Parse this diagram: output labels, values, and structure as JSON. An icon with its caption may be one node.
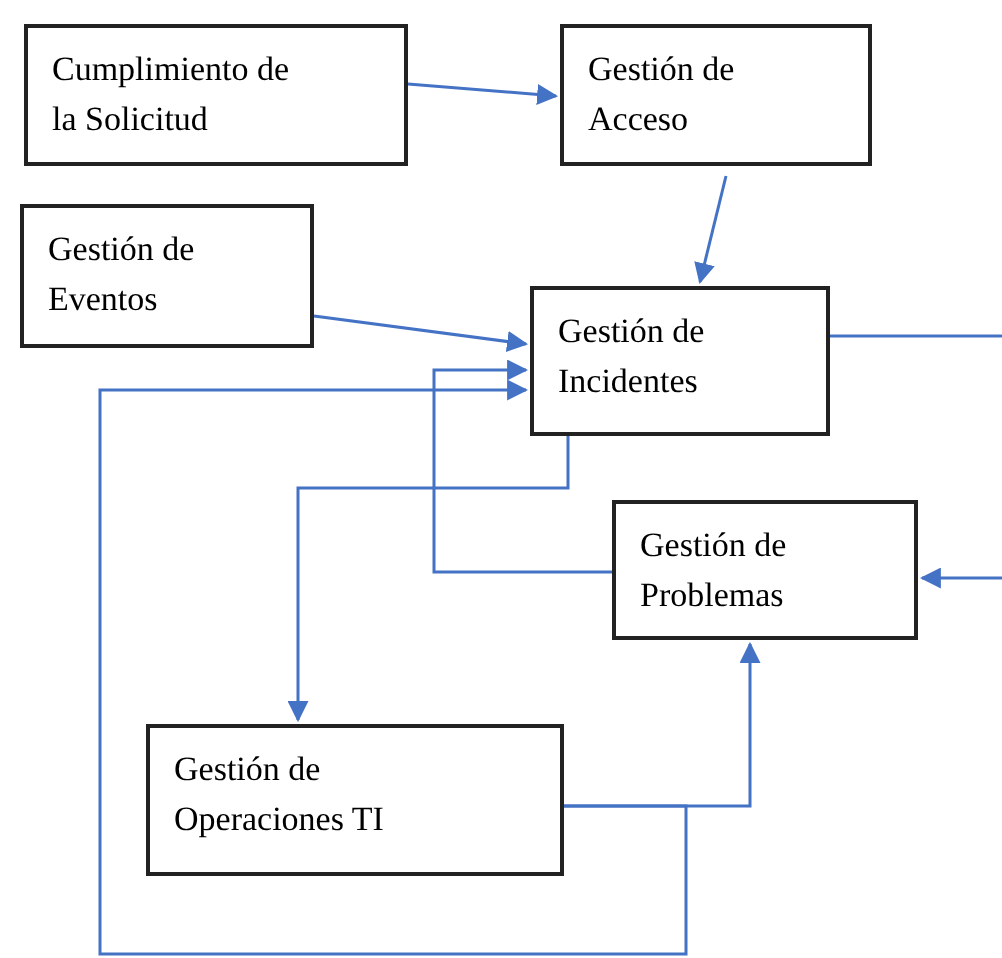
{
  "diagram": {
    "nodes": [
      {
        "text": [
          "Cumplimiento de la Solicitud"
        ]
      },
      {
        "text": [
          "Gestión de Acceso"
        ]
      },
      {
        "text": [
          "Gestión de Eventos"
        ]
      },
      {
        "text": [
          "Gestión de Incidentes"
        ]
      },
      {
        "text": [
          "Gestión de Problemas"
        ]
      },
      {
        "text": [
          "Gestión de Operaciones TI"
        ]
      }
    ],
    "edges": [
      {
        "from": 0,
        "to": 1,
        "arrow": "to"
      },
      {
        "from": 1,
        "to": 3,
        "arrow": "to"
      },
      {
        "from": 2,
        "to": 3,
        "arrow": "to"
      },
      {
        "from": 3,
        "to": 5,
        "arrow": "to"
      },
      {
        "from": 4,
        "to": 3,
        "arrow": "to"
      },
      {
        "from": 5,
        "to": 4,
        "arrow": "to"
      },
      {
        "from": 5,
        "to": 3,
        "arrow": "to"
      },
      {
        "from": 3,
        "to": null,
        "arrow": "none"
      },
      {
        "from": null,
        "to": 4,
        "arrow": "to"
      }
    ]
  }
}
